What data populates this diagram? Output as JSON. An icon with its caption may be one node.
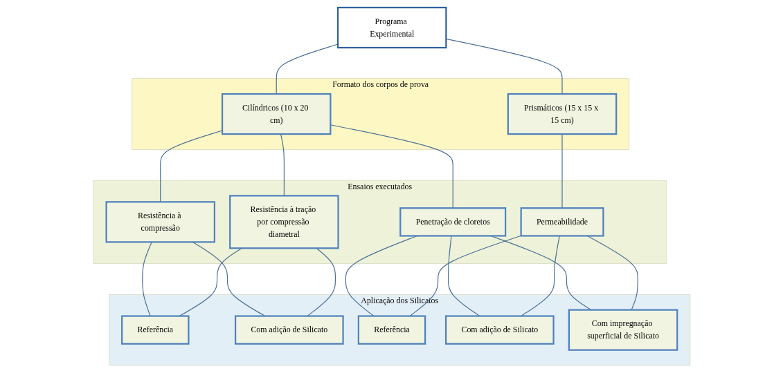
{
  "diagram": {
    "nodes": [
      {
        "text": [
          "Programa Experimental"
        ]
      },
      {
        "text": [
          "Formato dos corpos de prova"
        ]
      },
      {
        "text": [
          "Cilíndricos (10 x 20 cm)"
        ],
        "in": 1
      },
      {
        "text": [
          "Prismáticos (15 x 15 x 15 cm)"
        ],
        "in": 1
      },
      {
        "text": [
          "Ensaios executados"
        ]
      },
      {
        "text": [
          "Resistência à compressão"
        ],
        "in": 4
      },
      {
        "text": [
          "Resistência à tração por compressão diametral"
        ],
        "in": 4
      },
      {
        "text": [
          "Penetração de cloretos"
        ],
        "in": 4
      },
      {
        "text": [
          "Permeabilidade"
        ],
        "in": 4
      },
      {
        "text": [
          "Aplicação dos Silicatos"
        ]
      },
      {
        "text": [
          "Referência"
        ],
        "in": 9
      },
      {
        "text": [
          "Com adição de Silicato"
        ],
        "in": 9
      },
      {
        "text": [
          "Referência"
        ],
        "in": 9
      },
      {
        "text": [
          "Com adição de Silicato"
        ],
        "in": 9
      },
      {
        "text": [
          "Com impregnação superficial de Silicato"
        ],
        "in": 9
      }
    ],
    "edges": [
      {
        "from": 0,
        "to": 2,
        "arrow": "none"
      },
      {
        "from": 0,
        "to": 3,
        "arrow": "none"
      },
      {
        "from": 2,
        "to": 5,
        "arrow": "none"
      },
      {
        "from": 2,
        "to": 6,
        "arrow": "none"
      },
      {
        "from": 2,
        "to": 7,
        "arrow": "none"
      },
      {
        "from": 3,
        "to": 8,
        "arrow": "none"
      },
      {
        "from": 5,
        "to": 10,
        "arrow": "none"
      },
      {
        "from": 5,
        "to": 11,
        "arrow": "none"
      },
      {
        "from": 6,
        "to": 10,
        "arrow": "none"
      },
      {
        "from": 6,
        "to": 11,
        "arrow": "none"
      },
      {
        "from": 7,
        "to": 12,
        "arrow": "none"
      },
      {
        "from": 7,
        "to": 13,
        "arrow": "none"
      },
      {
        "from": 7,
        "to": 14,
        "arrow": "none"
      },
      {
        "from": 8,
        "to": 12,
        "arrow": "none"
      },
      {
        "from": 8,
        "to": 13,
        "arrow": "none"
      },
      {
        "from": 8,
        "to": 14,
        "arrow": "none"
      }
    ]
  }
}
